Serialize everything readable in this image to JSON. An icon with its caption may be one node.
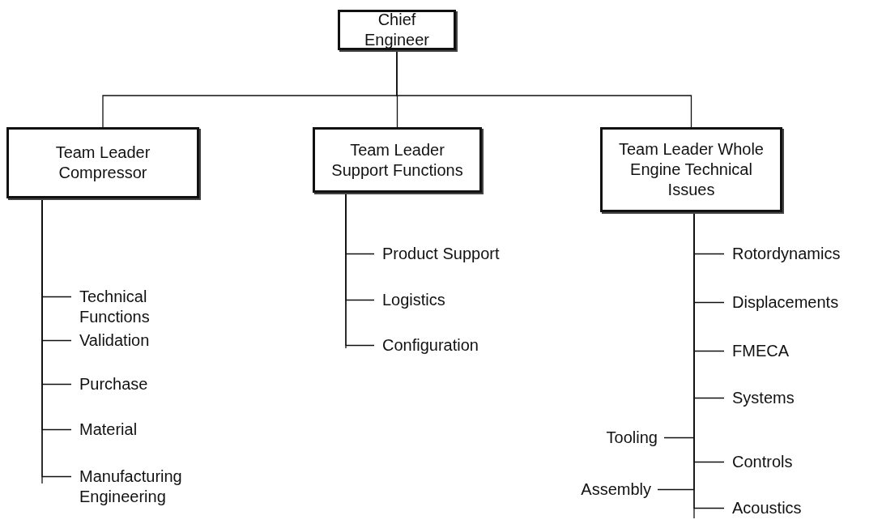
{
  "diagram": {
    "nodes": [
      {
        "text": [
          "Chief Engineer"
        ]
      },
      {
        "text": [
          "Team Leader Compressor"
        ]
      },
      {
        "text": [
          "Team Leader Support Functions"
        ]
      },
      {
        "text": [
          "Team Leader Whole Engine Technical Issues"
        ]
      },
      {
        "text": [
          "Technical Functions"
        ]
      },
      {
        "text": [
          "Validation"
        ]
      },
      {
        "text": [
          "Purchase"
        ]
      },
      {
        "text": [
          "Material"
        ]
      },
      {
        "text": [
          "Manufacturing Engineering"
        ]
      },
      {
        "text": [
          "Product Support"
        ]
      },
      {
        "text": [
          "Logistics"
        ]
      },
      {
        "text": [
          "Configuration"
        ]
      },
      {
        "text": [
          "Rotordynamics"
        ]
      },
      {
        "text": [
          "Displacements"
        ]
      },
      {
        "text": [
          "FMECA"
        ]
      },
      {
        "text": [
          "Systems"
        ]
      },
      {
        "text": [
          "Tooling"
        ]
      },
      {
        "text": [
          "Controls"
        ]
      },
      {
        "text": [
          "Assembly"
        ]
      },
      {
        "text": [
          "Acoustics"
        ]
      }
    ],
    "edges": [
      {
        "from": 0,
        "to": 1,
        "arrow": "none"
      },
      {
        "from": 0,
        "to": 2,
        "arrow": "none"
      },
      {
        "from": 0,
        "to": 3,
        "arrow": "none"
      },
      {
        "from": 1,
        "to": 4,
        "arrow": "none"
      },
      {
        "from": 1,
        "to": 5,
        "arrow": "none"
      },
      {
        "from": 1,
        "to": 6,
        "arrow": "none"
      },
      {
        "from": 1,
        "to": 7,
        "arrow": "none"
      },
      {
        "from": 1,
        "to": 8,
        "arrow": "none"
      },
      {
        "from": 2,
        "to": 9,
        "arrow": "none"
      },
      {
        "from": 2,
        "to": 10,
        "arrow": "none"
      },
      {
        "from": 2,
        "to": 11,
        "arrow": "none"
      },
      {
        "from": 3,
        "to": 12,
        "arrow": "none"
      },
      {
        "from": 3,
        "to": 13,
        "arrow": "none"
      },
      {
        "from": 3,
        "to": 14,
        "arrow": "none"
      },
      {
        "from": 3,
        "to": 15,
        "arrow": "none"
      },
      {
        "from": 3,
        "to": 16,
        "arrow": "none"
      },
      {
        "from": 3,
        "to": 17,
        "arrow": "none"
      },
      {
        "from": 3,
        "to": 18,
        "arrow": "none"
      },
      {
        "from": 3,
        "to": 19,
        "arrow": "none"
      }
    ]
  }
}
